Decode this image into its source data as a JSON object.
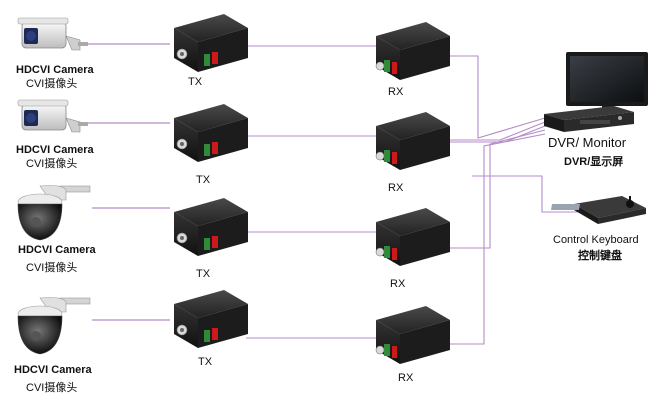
{
  "cameras": [
    {
      "label": "HDCVI Camera",
      "sublabel": "CVI摄像头",
      "type": "bullet"
    },
    {
      "label": "HDCVI Camera",
      "sublabel": "CVI摄像头",
      "type": "bullet"
    },
    {
      "label": "HDCVI Camera",
      "sublabel": "CVI摄像头",
      "type": "dome"
    },
    {
      "label": "HDCVI Camera",
      "sublabel": "CVI摄像头",
      "type": "dome"
    }
  ],
  "tx": [
    "TX",
    "TX",
    "TX",
    "TX"
  ],
  "rx": [
    "RX",
    "RX",
    "RX",
    "RX"
  ],
  "dvr": {
    "label": "DVR/ Monitor",
    "sublabel": "DVR/显示屏"
  },
  "keyboard": {
    "label": "Control Keyboard",
    "sublabel": "控制键盘"
  },
  "colors": {
    "cable": "#8a5aa6",
    "device": "#2a2a2a",
    "connector": "#d9d9d9",
    "red_port": "#cc1a1a",
    "green_port": "#2f8a3a"
  }
}
